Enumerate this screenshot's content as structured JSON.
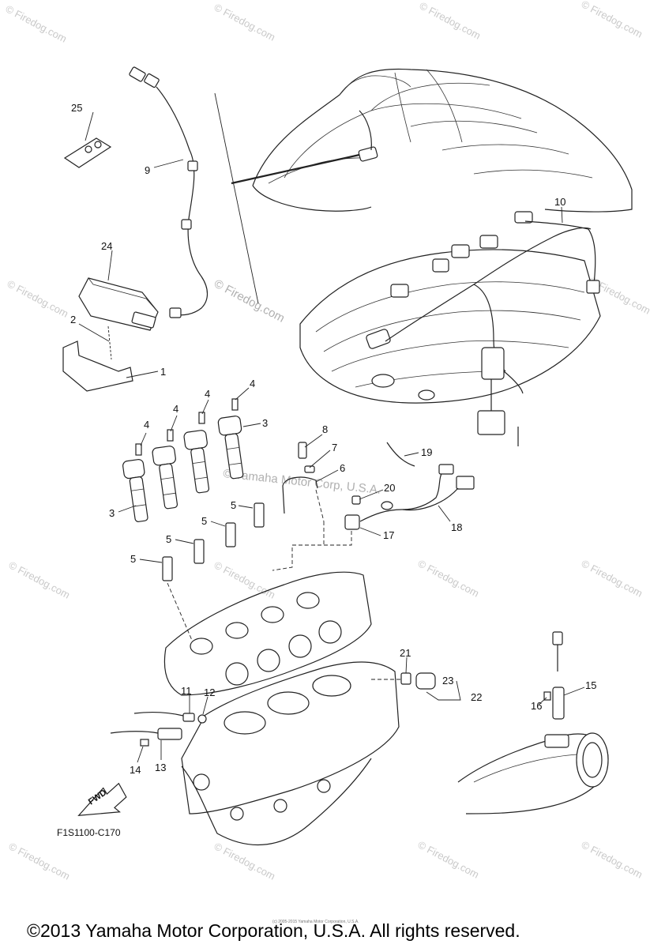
{
  "watermark_text": "© Firedog.com",
  "center_watermark": "© Firedog.com",
  "overlay_watermark": "© Yamaha Motor Corp, U.S.A.",
  "diagram_code": "F1S1100-C170",
  "fwd_label": "FWD",
  "tiny_credit": "(c) 2005-2015 Yamaha Motor Corporation, U.S.A.",
  "copyright": "©2013 Yamaha Motor Corporation, U.S.A. All rights reserved.",
  "callouts": [
    "1",
    "2",
    "3",
    "3",
    "4",
    "4",
    "4",
    "4",
    "5",
    "5",
    "5",
    "5",
    "6",
    "7",
    "8",
    "9",
    "10",
    "11",
    "12",
    "13",
    "14",
    "15",
    "16",
    "17",
    "18",
    "19",
    "20",
    "21",
    "22",
    "23",
    "24",
    "25"
  ],
  "colors": {
    "ink": "#222222",
    "watermark": "#c9c9c9",
    "background": "#ffffff"
  }
}
